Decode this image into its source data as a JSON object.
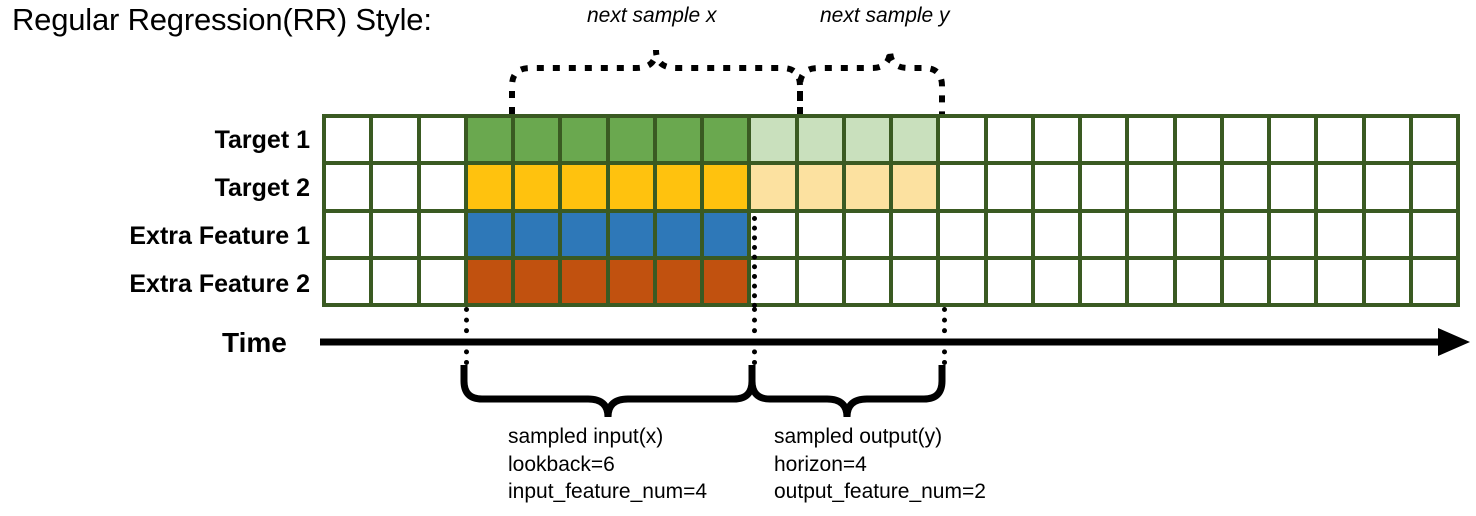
{
  "title": "Regular Regression(RR) Style:",
  "annotations": {
    "next_sample_x": "next sample x",
    "next_sample_y": "next sample y"
  },
  "rows": [
    {
      "label": "Target 1",
      "fill": "#6aa84f",
      "light": "#c9e0bd"
    },
    {
      "label": "Target 2",
      "fill": "#ffc20e",
      "light": "#fce1a0"
    },
    {
      "label": "Extra Feature 1",
      "fill": "#2e78b8",
      "light": null
    },
    {
      "label": "Extra Feature 2",
      "fill": "#c1510f",
      "light": null
    }
  ],
  "grid": {
    "columns": 24,
    "rows": 4,
    "leading_blank_columns": 3,
    "lookback_columns": 6,
    "horizon_columns": 4,
    "border_color": "#3a5a22",
    "empty_color": "#ffffff"
  },
  "time_axis": {
    "label": "Time"
  },
  "captions": {
    "input": {
      "line1": "sampled input(x)",
      "line2": "lookback=6",
      "line3": "input_feature_num=4"
    },
    "output": {
      "line1": "sampled output(y)",
      "line2": "horizon=4",
      "line3": "output_feature_num=2"
    }
  }
}
